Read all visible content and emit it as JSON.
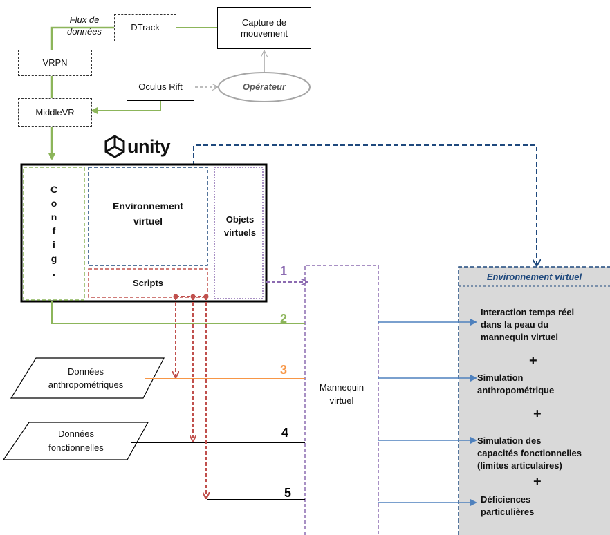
{
  "top": {
    "flux_line1": "Flux de",
    "flux_line2": "données",
    "dtrack": "DTrack",
    "capture_line1": "Capture de",
    "capture_line2": "mouvement",
    "vrpn": "VRPN",
    "oculus": "Oculus Rift",
    "operateur": "Opérateur",
    "middlevr": "MiddleVR"
  },
  "unity": {
    "logo_text": "unity",
    "config_letters": [
      "C",
      "o",
      "n",
      "f",
      "i",
      "g",
      "."
    ],
    "env_line1": "Environnement",
    "env_line2": "virtuel",
    "scripts": "Scripts",
    "objets_line1": "Objets",
    "objets_line2": "virtuels"
  },
  "inputs": {
    "anthro_line1": "Données",
    "anthro_line2": "anthropométriques",
    "fonc_line1": "Données",
    "fonc_line2": "fonctionnelles"
  },
  "mannequin": {
    "line1": "Mannequin",
    "line2": "virtuel"
  },
  "numbers": [
    "1",
    "2",
    "3",
    "4",
    "5"
  ],
  "output": {
    "header": "Environnement virtuel",
    "item1": [
      "Interaction temps réel",
      "dans la peau du",
      "mannequin virtuel"
    ],
    "item2": [
      "Simulation",
      "anthropométrique"
    ],
    "item3": [
      "Simulation des",
      "capacités fonctionnelles",
      "(limites articulaires)"
    ],
    "item4": [
      "Déficiences",
      "particulières"
    ],
    "plus": "+"
  },
  "colors": {
    "green": "#8cb55a",
    "purple": "#8c6bb1",
    "red": "#c0504d",
    "orange": "#f79646",
    "blue": "#4f81bd",
    "navy": "#1f497d",
    "gray": "#a6a6a6"
  }
}
